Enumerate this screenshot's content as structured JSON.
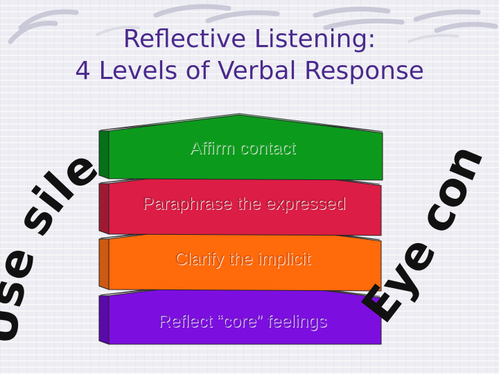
{
  "slide": {
    "title_line1": "Reflective Listening:",
    "title_line2": "4 Levels of Verbal Response"
  },
  "levels": [
    {
      "label": "Affirm contact",
      "color": "#0c9a1c",
      "side_color": "#06701a",
      "text_color": "#1f9a2a"
    },
    {
      "label": "Paraphrase the expressed",
      "color": "#dc1d45",
      "side_color": "#9e1a32",
      "text_color": "#b01a3a"
    },
    {
      "label": "Clarify the implicit",
      "color": "#ff6a0a",
      "side_color": "#cc5a12",
      "text_color": "#d9560c"
    },
    {
      "label": "Reflect “core” feelings",
      "color": "#7d0ee0",
      "side_color": "#5a0aa8",
      "text_color": "#6a12c0"
    }
  ],
  "side_text": {
    "left": "Use silence",
    "right": "Eye contact"
  },
  "colors": {
    "title": "#4b2a8c",
    "background": "#ededf3"
  }
}
